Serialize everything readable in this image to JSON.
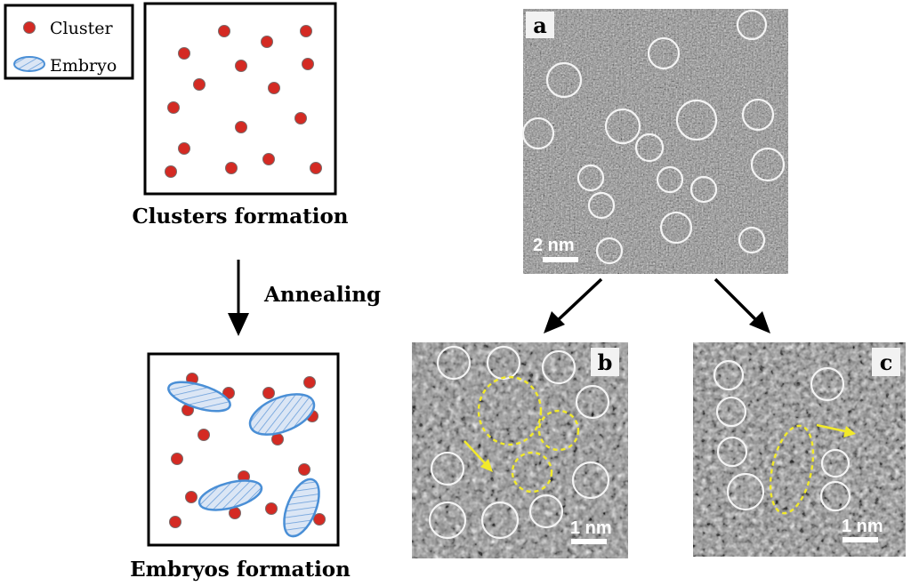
{
  "legend": {
    "cluster_label": "Cluster",
    "embryo_label": "Embryo"
  },
  "captions": {
    "clusters_formation": "Clusters formation",
    "annealing": "Annealing",
    "embryos_formation": "Embryos formation"
  },
  "panels": {
    "a": {
      "label": "a",
      "scale_text": "2 nm"
    },
    "b": {
      "label": "b",
      "scale_text": "1 nm"
    },
    "c": {
      "label": "c",
      "scale_text": "1 nm"
    }
  },
  "colors": {
    "cluster_fill": "#d42a23",
    "cluster_stroke": "#7a6a6a",
    "embryo_fill": "#dbe6f5",
    "embryo_stroke": "#4a8fd6",
    "tem_bg": "#8c8c8c",
    "tem_circle": "#f4f4f4",
    "tem_dashed": "#f2ea2a",
    "arrow_yellow": "#f2ea2a"
  }
}
